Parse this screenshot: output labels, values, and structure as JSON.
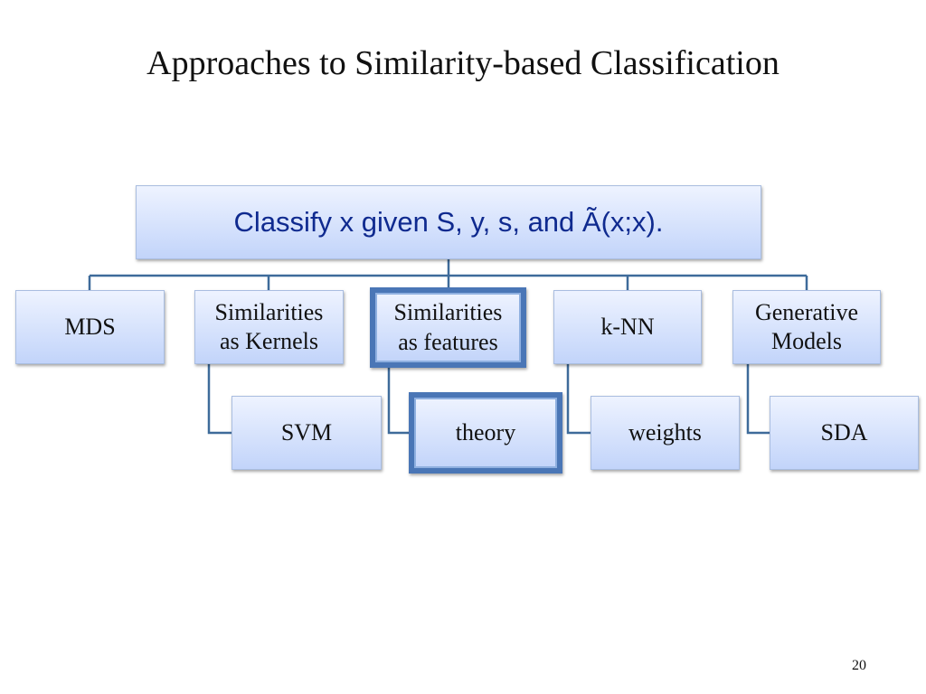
{
  "title": "Approaches to Similarity-based Classification",
  "root": {
    "label": "Classify x given S, y, s, and Ã(x;x)."
  },
  "top_level": [
    {
      "label": "MDS",
      "highlighted": false
    },
    {
      "label": "Similarities\nas Kernels",
      "highlighted": false
    },
    {
      "label": "Similarities\nas features",
      "highlighted": true
    },
    {
      "label": "k-NN",
      "highlighted": false
    },
    {
      "label": "Generative\nModels",
      "highlighted": false
    }
  ],
  "children": [
    {
      "parent": 1,
      "label": "SVM",
      "highlighted": false
    },
    {
      "parent": 2,
      "label": "theory",
      "highlighted": true
    },
    {
      "parent": 3,
      "label": "weights",
      "highlighted": false
    },
    {
      "parent": 4,
      "label": "SDA",
      "highlighted": false
    }
  ],
  "colors": {
    "connector": "#3e6b9a",
    "highlight_border": "#4a76b6",
    "root_text": "#0f2a8f"
  },
  "slide_number": "20"
}
